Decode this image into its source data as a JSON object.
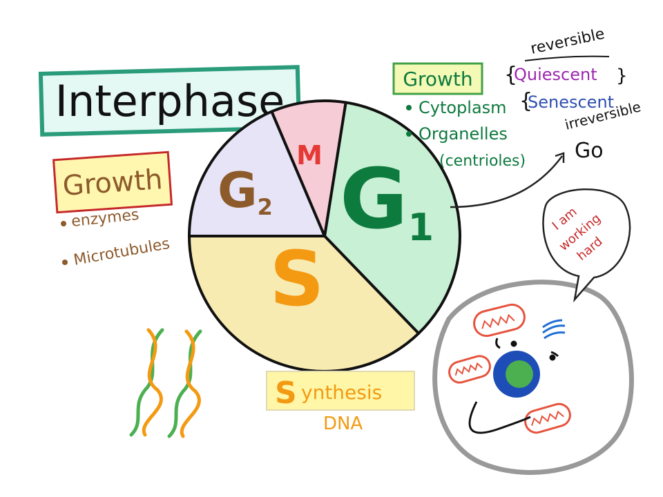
{
  "title": "Interphase",
  "cycle": {
    "phases": [
      {
        "label": "G",
        "sub": "1",
        "color": "#c8f0d4",
        "text_color": "#0d7a3e"
      },
      {
        "label": "S",
        "sub": "",
        "color": "#f8ebb2",
        "text_color": "#f39a12"
      },
      {
        "label": "G",
        "sub": "2",
        "color": "#e6e4f6",
        "text_color": "#8c5a2b"
      },
      {
        "label": "M",
        "sub": "",
        "color": "#f6cdd7",
        "text_color": "#e53935"
      }
    ]
  },
  "g1_notes": {
    "heading": "Growth",
    "items": [
      "Cytoplasm",
      "Organelles"
    ],
    "sub_item": "(centrioles)"
  },
  "g0": {
    "reversible": "reversible",
    "quiescent": "Quiescent",
    "senescent": "Senescent",
    "irreversible": "irreversible",
    "label": "Go"
  },
  "g2_notes": {
    "heading": "Growth",
    "items": [
      "enzymes",
      "Microtubules"
    ]
  },
  "s_notes": {
    "heading_initial": "S",
    "heading_rest": "ynthesis",
    "sub": "DNA"
  },
  "cell_speech": [
    "I am",
    "working",
    "hard"
  ],
  "colors": {
    "title_border": "#2a9c7a",
    "title_fill": "#e4f8f4",
    "g1_heading_border": "#43a047",
    "g1_heading_fill": "#f4f9b5",
    "g1_text": "#0d7a3e",
    "g0_purple": "#9c27b0",
    "g0_blue": "#2e4fb0",
    "g2_heading_border": "#c62828",
    "g2_heading_fill": "#fff7b0",
    "g2_text": "#8c5a2b",
    "s_text": "#f39a12",
    "s_fill": "#fff6a8",
    "mito": "#e5533d",
    "nucleus": "#1e4db7",
    "nucleolus": "#4caf50",
    "speech_text": "#c62828"
  }
}
